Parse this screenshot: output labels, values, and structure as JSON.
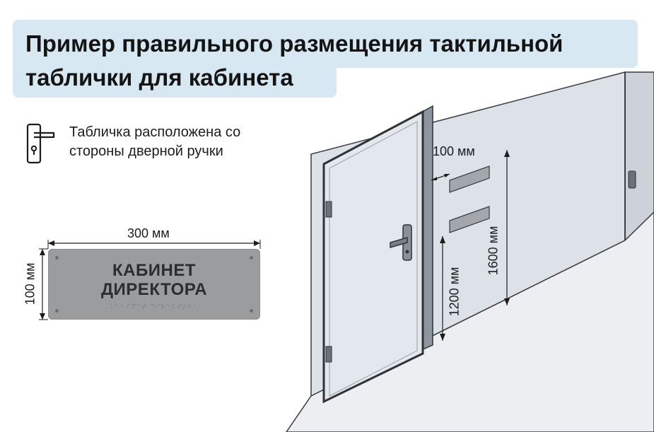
{
  "title": {
    "line1": "Пример правильного размещения тактильной",
    "line2": "таблички для кабинета"
  },
  "note": {
    "icon": "door-handle-icon",
    "line1": "Табличка расположена со",
    "line2": "стороны дверной ручки"
  },
  "plate": {
    "line1": "КАБИНЕТ",
    "line2": "ДИРЕКТОРА",
    "braille": "⠅⠁⠃⠊⠝⠑⠞ ⠙⠊⠗⠑⠅⠞⠕⠗⠁",
    "width_label": "300 мм",
    "height_label": "100 мм"
  },
  "scene": {
    "offset_label": "100 мм",
    "height_low_label": "1200 мм",
    "height_high_label": "1600 мм"
  },
  "colors": {
    "title_bg": "#d7e8f2",
    "wall": "#dde1e8",
    "floor": "#eceef1",
    "door": "#e3e8ee",
    "plate": "#9a9c9e"
  }
}
